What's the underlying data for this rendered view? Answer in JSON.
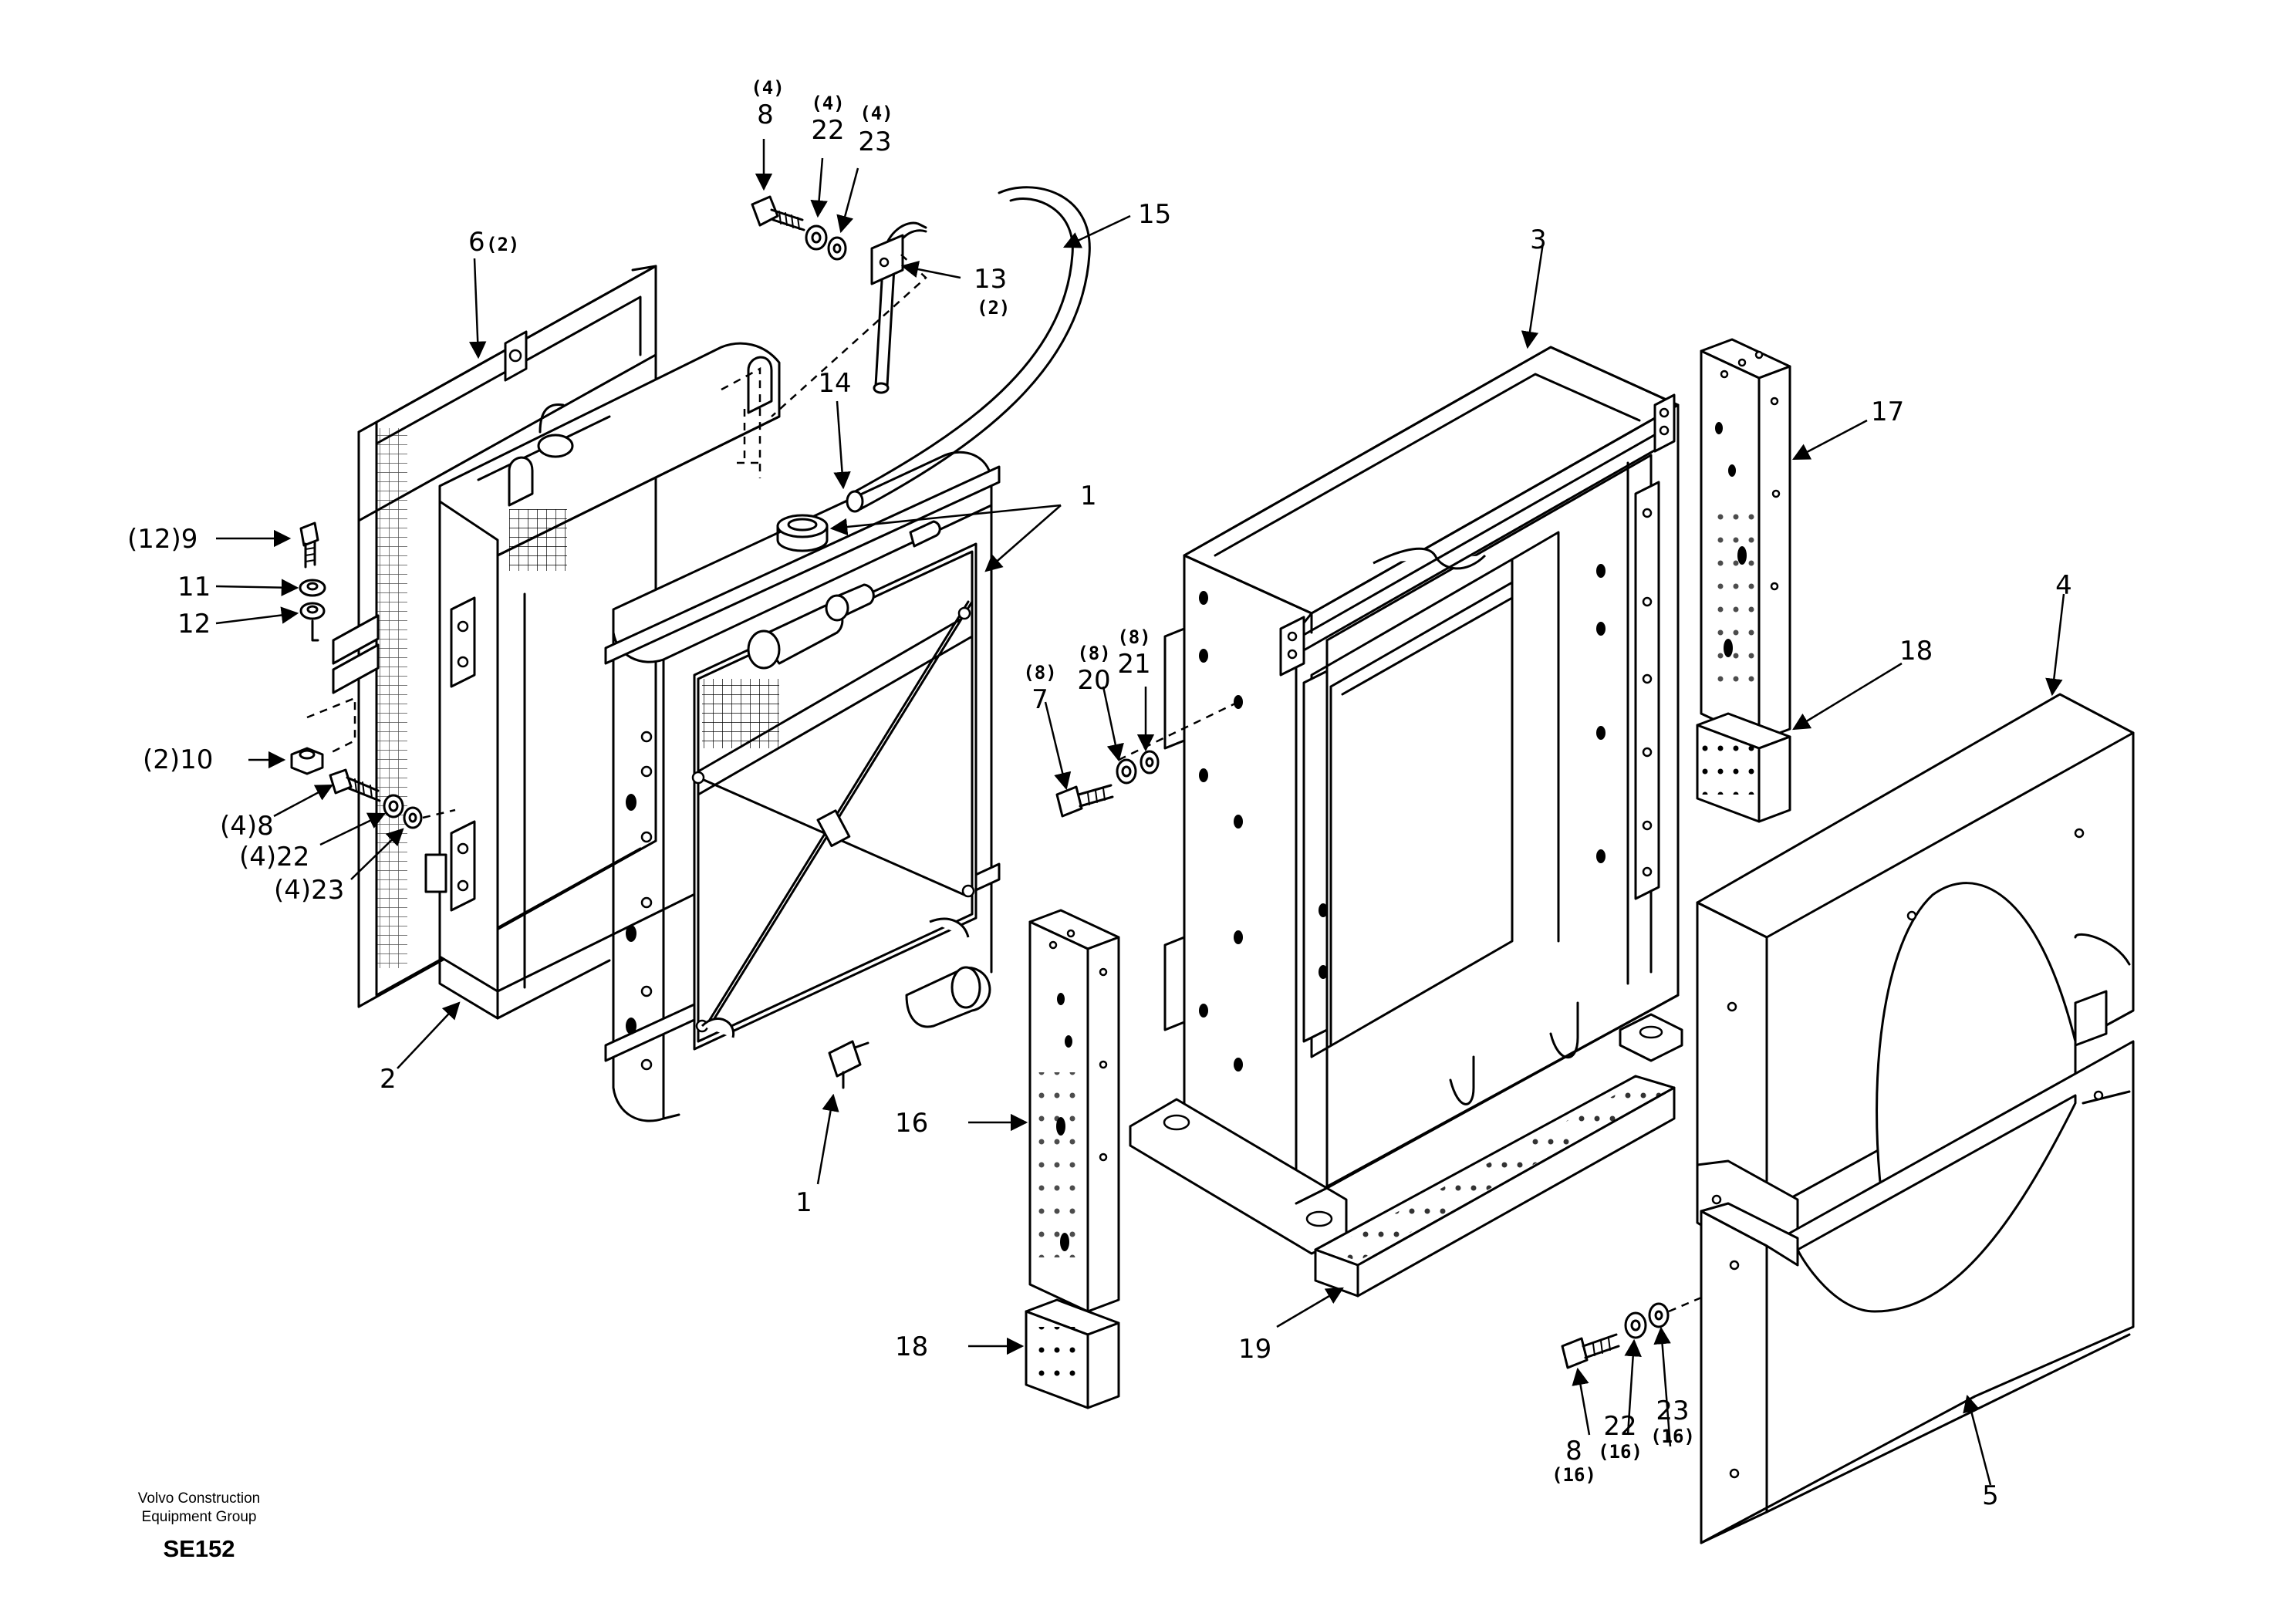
{
  "figure_code": "SE152",
  "footer": {
    "line1": "Volvo Construction",
    "line2": "Equipment Group"
  },
  "callouts": {
    "p1a": "1",
    "p1b": "1",
    "p2": "2",
    "p3": "3",
    "p4": "4",
    "p5": "5",
    "p6": "6",
    "p6q": "(2)",
    "p7": "7",
    "p7q": "(8)",
    "p8a": "8",
    "p8aq": "(4)",
    "p8b": "(4)8",
    "p8c": "8",
    "p8cq": "(16)",
    "p9": "(12)9",
    "p10": "(2)10",
    "p11": "11",
    "p12": "12",
    "p13": "13",
    "p13q": "(2)",
    "p14": "14",
    "p15": "15",
    "p16": "16",
    "p17": "17",
    "p18a": "18",
    "p18b": "18",
    "p19": "19",
    "p20": "20",
    "p20q": "(8)",
    "p21": "21",
    "p21q": "(8)",
    "p22a": "22",
    "p22aq": "(4)",
    "p22b": "(4)22",
    "p22c": "22",
    "p22cq": "(16)",
    "p23a": "23",
    "p23aq": "(4)",
    "p23b": "(4)23",
    "p23c": "23",
    "p23cq": "(16)"
  }
}
